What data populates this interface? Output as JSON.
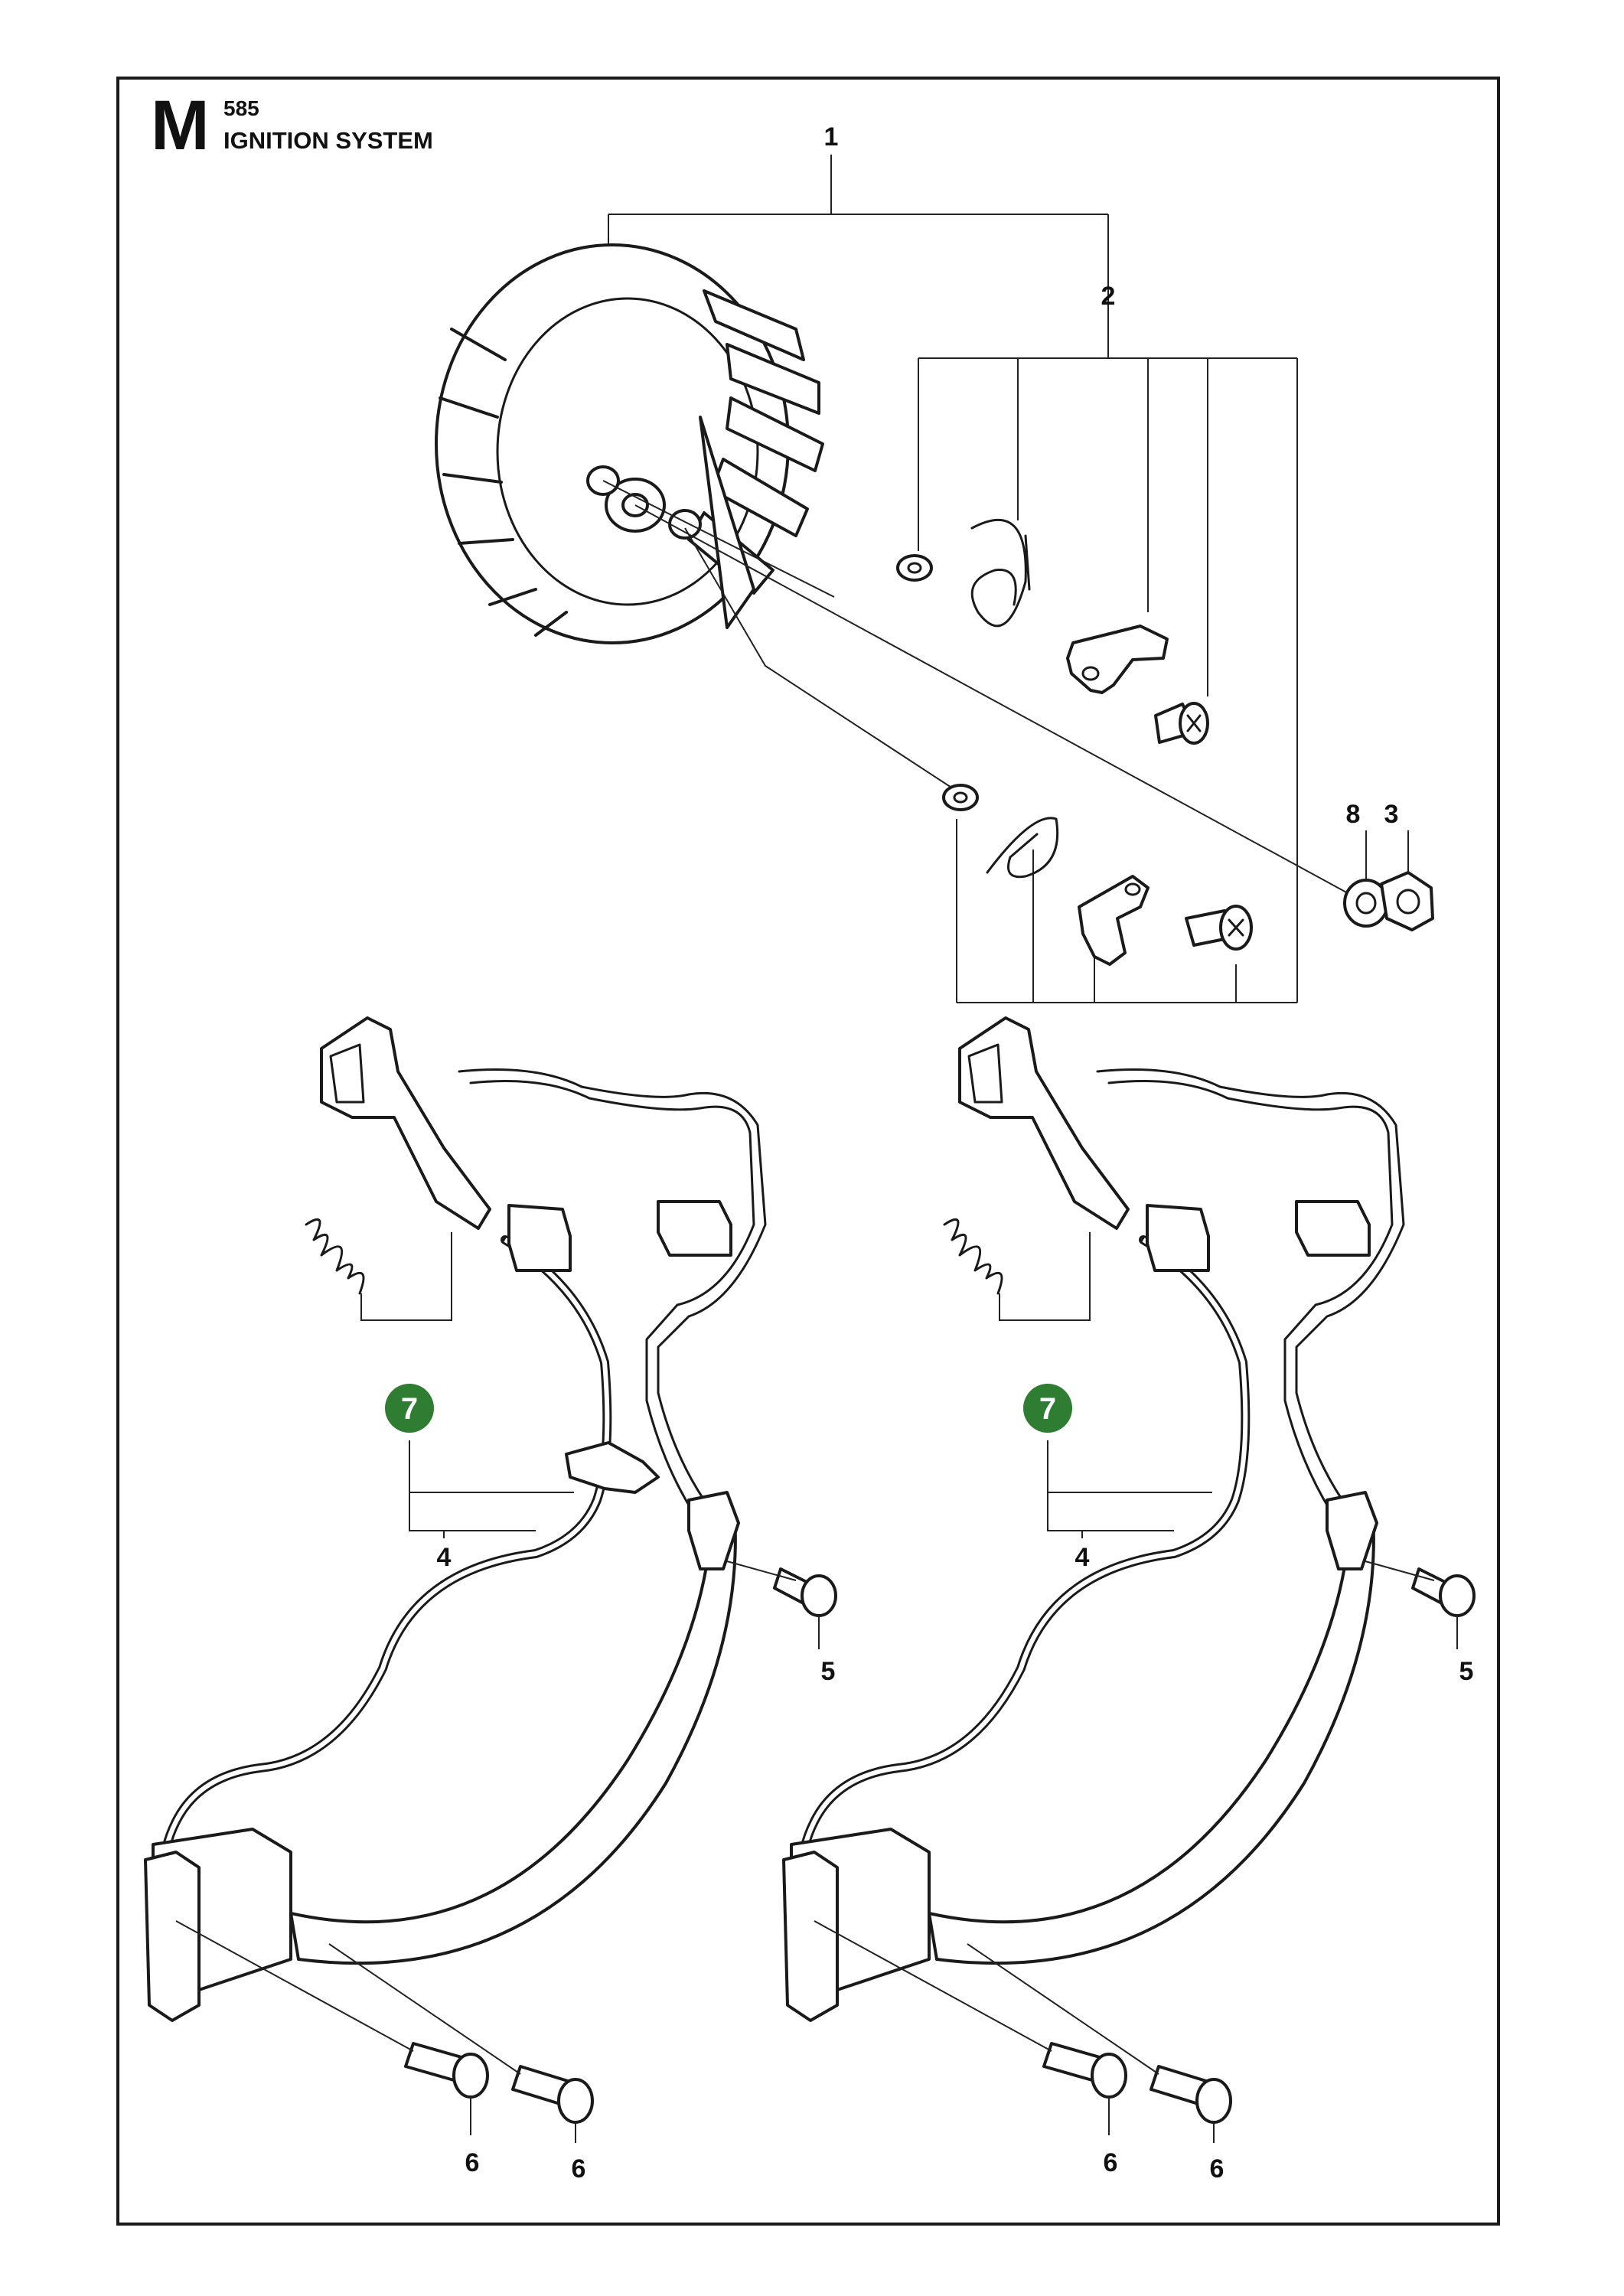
{
  "header": {
    "section_letter": "M",
    "model": "585",
    "title": "IGNITION SYSTEM"
  },
  "callouts": {
    "c1": "1",
    "c2": "2",
    "c3": "3",
    "c8": "8",
    "left": {
      "c4": "4",
      "c5": "5",
      "c6a": "6",
      "c6b": "6",
      "c7": "7"
    },
    "right": {
      "c4": "4",
      "c5": "5",
      "c6a": "6",
      "c6b": "6",
      "c7": "7"
    }
  },
  "colors": {
    "highlight": "#2e7d32",
    "line": "#1a1a1a",
    "background": "#ffffff"
  }
}
